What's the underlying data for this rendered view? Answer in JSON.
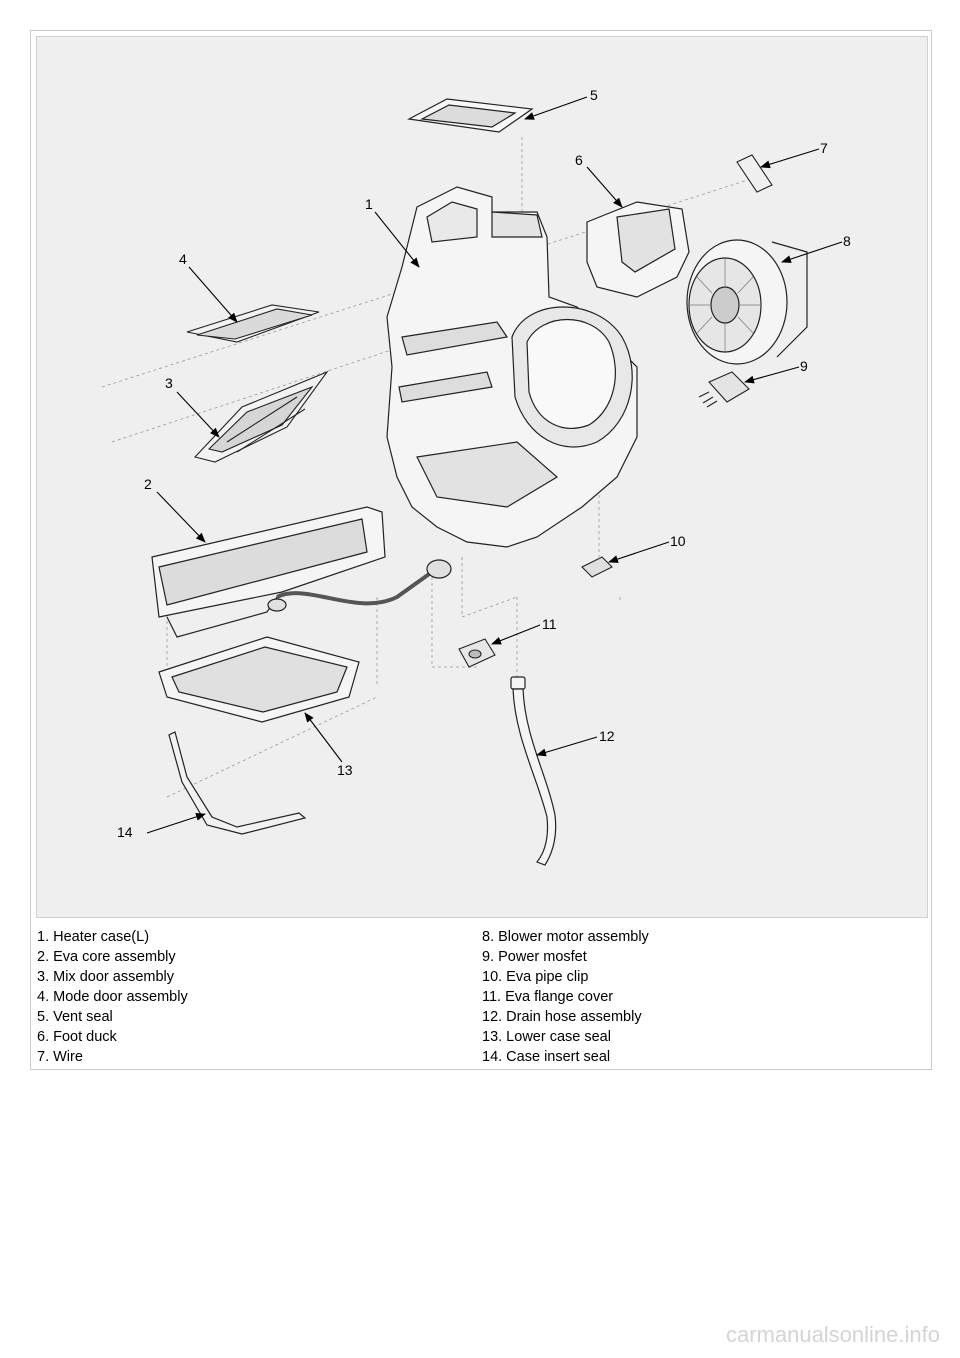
{
  "callouts": [
    "1",
    "2",
    "3",
    "4",
    "5",
    "6",
    "7",
    "8",
    "9",
    "10",
    "11",
    "12",
    "13",
    "14"
  ],
  "legend": {
    "left": [
      "1. Heater case(L)",
      "2. Eva core assembly",
      "3. Mix door assembly",
      "4. Mode door assembly",
      "5. Vent seal",
      "6. Foot duck",
      "7. Wire"
    ],
    "right": [
      "8. Blower motor assembly",
      "9. Power mosfet",
      "10. Eva pipe clip",
      "11. Eva flange cover",
      "12. Drain hose assembly",
      "13. Lower case seal",
      "14. Case insert seal"
    ]
  },
  "watermark": "carmanualsonline.info"
}
